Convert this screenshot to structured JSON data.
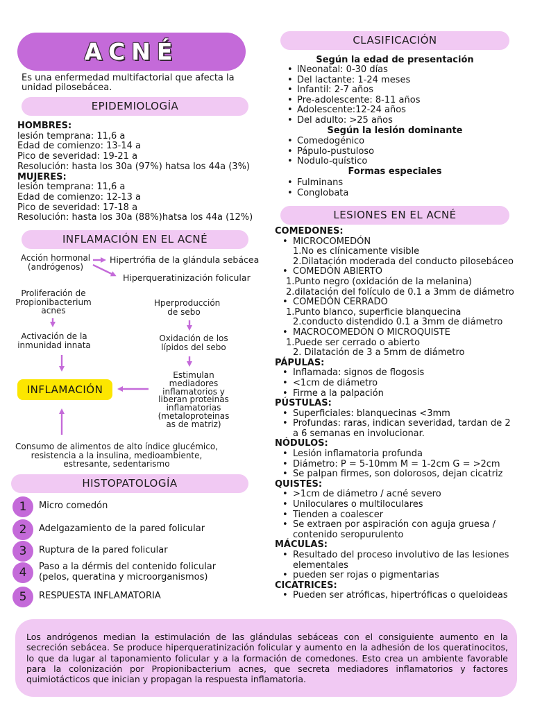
{
  "title": "ACNÉ",
  "intro": [
    "Es una enfermedad multifactorial que afecta la",
    "unidad pilosebácea."
  ],
  "epidemiologia": {
    "heading": "EPIDEMIOLOGÍA",
    "lines": [
      {
        "text": "HOMBRES:",
        "bold": true
      },
      {
        "text": "lesión temprana: 11,6 a"
      },
      {
        "text": "Edad de comienzo: 13-14 a"
      },
      {
        "text": "Pico de severidad: 19-21 a"
      },
      {
        "text": "Resolución: hasta los 30a (97%) hatsa los 44a (3%)"
      },
      {
        "text": "MUJERES:",
        "bold": true
      },
      {
        "text": "lesión temprana: 11,6 a"
      },
      {
        "text": "Edad de comienzo: 12-13 a"
      },
      {
        "text": "Pico de severidad: 17-18 a"
      },
      {
        "text": "Resolución: hasta los 30a (88%)hatsa los 44a (12%)"
      }
    ]
  },
  "inflamacion": {
    "heading": "INFLAMACIÓN EN EL ACNÉ",
    "accion": [
      "Acción hormonal",
      "(andrógenos)"
    ],
    "hipertrofia": "Hipertrófia de la glándula sebácea",
    "hiperqueratinizacion": "Hiperqueratinización folicular",
    "proliferacion": [
      "Proliferación de",
      "Propionibacterium",
      "acnes"
    ],
    "hiperproduccion": [
      "Hperproducción",
      "de sebo"
    ],
    "activacion": [
      "Activación de la",
      "inmunidad innata"
    ],
    "oxidacion": [
      "Oxidación de los",
      "lípidos del sebo"
    ],
    "estimulan": [
      "Estimulan",
      "mediadores",
      "inflamatorios y",
      "liberan proteinas",
      "inflamatorias",
      "(metaloproteinas",
      "as de matriz)"
    ],
    "inflamacion_label": "INFLAMACIÓN",
    "consumo": [
      "Consumo de alimentos de alto índice glucémico,",
      "resistencia a la insulina, medioambiente,",
      "estresante,   sedentarismo"
    ]
  },
  "histopatologia": {
    "heading": "HISTOPATOLOGÍA",
    "items": [
      {
        "num": "1",
        "lines": [
          "Micro comedón"
        ]
      },
      {
        "num": "2",
        "lines": [
          "Adelgazamiento de la pared folicular"
        ]
      },
      {
        "num": "3",
        "lines": [
          "Ruptura de la pared folicular"
        ]
      },
      {
        "num": "4",
        "lines": [
          "Paso a la dérmis del contenido folicular",
          "(pelos, queratina y microorganismos)"
        ]
      },
      {
        "num": "5",
        "lines": [
          "RESPUESTA INFLAMATORIA"
        ]
      }
    ]
  },
  "clasificacion": {
    "heading": "CLASIFICACIÓN",
    "sub1": "Según la edad de presentación",
    "edad": [
      "lNeonatal: 0-30 días",
      "Del lactante: 1-24 meses",
      "Infantil: 2-7 años",
      "Pre-adolescente: 8-11 años",
      "Adolescente:12-24 años",
      "Del adulto: >25 años"
    ],
    "sub2": "Según la lesión dominante",
    "lesion": [
      "Comedogénico",
      "Pápulo-pustuloso",
      "Nodulo-quístico"
    ],
    "sub3": "Formas especiales",
    "formas": [
      "Fulminans",
      "Conglobata"
    ]
  },
  "lesiones": {
    "heading": "LESIONES EN EL ACNÉ",
    "rows": [
      {
        "k": "h",
        "t": "COMEDONES:"
      },
      {
        "k": "b",
        "t": "MICROCOMEDÓN"
      },
      {
        "k": "n2",
        "t": "1.No es clínicamente visible"
      },
      {
        "k": "n2",
        "t": "2.Dilatación moderada del conducto pilosebáceo"
      },
      {
        "k": "b",
        "t": "COMEDÓN ABIERTO"
      },
      {
        "k": "n",
        "t": "1.Punto negro (oxidación de la melanina)"
      },
      {
        "k": "n",
        "t": "2.dilatación del folículo de 0.1 a 3mm de diámetro"
      },
      {
        "k": "b",
        "t": "COMEDÓN CERRADO"
      },
      {
        "k": "n",
        "t": "1.Punto blanco, superficie blanquecina"
      },
      {
        "k": "n2",
        "t": "2.conducto distendido 0.1 a 3mm de diámetro"
      },
      {
        "k": "b",
        "t": "MACROCOMEDÓN O MICROQUISTE"
      },
      {
        "k": "n",
        "t": "1.Puede ser cerrado o abierto"
      },
      {
        "k": "n2",
        "t": "2. Dilatación de 3 a 5mm de diámetro"
      },
      {
        "k": "h",
        "t": "PÁPULAS:"
      },
      {
        "k": "b",
        "t": "Inflamada: signos de flogosis"
      },
      {
        "k": "b",
        "t": "<1cm de diámetro"
      },
      {
        "k": "b",
        "t": "Firme a la palpación"
      },
      {
        "k": "h",
        "t": "PÚSTULAS:"
      },
      {
        "k": "b",
        "t": "Superficiales: blanquecinas <3mm"
      },
      {
        "k": "b",
        "t": "Profundas: raras, indican severidad, tardan de 2"
      },
      {
        "k": "c",
        "t": "a 6 semanas en involucionar."
      },
      {
        "k": "h",
        "t": "NÓDULOS:"
      },
      {
        "k": "b",
        "t": "Lesión inflamatoria profunda"
      },
      {
        "k": "b",
        "t": "Diámetro: P = 5-10mm  M = 1-2cm  G = >2cm"
      },
      {
        "k": "b",
        "t": "Se palpan firmes, son dolorosos, dejan cicatriz"
      },
      {
        "k": "h",
        "t": "QUISTES:"
      },
      {
        "k": "b",
        "t": ">1cm de diámetro / acné severo"
      },
      {
        "k": "b",
        "t": "Uniloculares o multiloculares"
      },
      {
        "k": "b",
        "t": "Tienden a coalescer"
      },
      {
        "k": "b",
        "t": "Se extraen por aspiración con aguja gruesa /"
      },
      {
        "k": "c",
        "t": "contenido seropurulento"
      },
      {
        "k": "h",
        "t": "MÁCULAS:"
      },
      {
        "k": "b",
        "t": "Resultado del proceso involutivo de las lesiones"
      },
      {
        "k": "c",
        "t": "elementales"
      },
      {
        "k": "b",
        "t": "pueden ser rojas o pigmentarias"
      },
      {
        "k": "h",
        "t": "CICATRICES:"
      },
      {
        "k": "b",
        "t": "Pueden ser atróficas, hipertróficas o queloideas"
      }
    ]
  },
  "summary": "Los andrógenos median la estimulación de las glándulas sebáceas con el consiguiente aumento en la secreción sebácea. Se produce hiperqueratinización folicular y aumento en la adhesión de los queratinocitos, lo que da lugar al taponamiento folicular y a la formación de comedones. Esto crea un ambiente favorable para la colonización por Propionibacterium acnes, que secreta mediadores inflamatorios y factores quimiotácticos que inician y propagan la respuesta inflamatoria.",
  "colors": {
    "accent": "#c46ad9",
    "pill": "#f1c9f3",
    "highlight": "#fce600"
  }
}
